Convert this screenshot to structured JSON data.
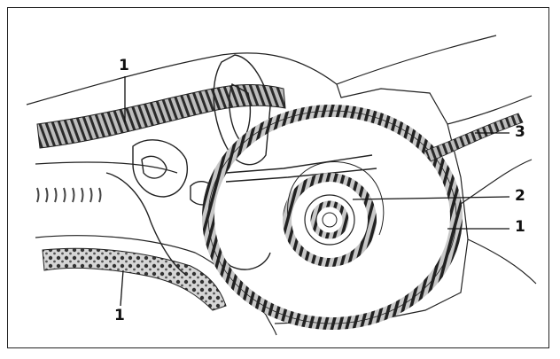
{
  "labels": {
    "top_left": "1",
    "bottom_left": "1",
    "right_3": "3",
    "right_2": "2",
    "right_1": "1"
  },
  "colors": {
    "ink": "#1a1a1a",
    "stipple": "#555555",
    "paper": "#ffffff"
  }
}
